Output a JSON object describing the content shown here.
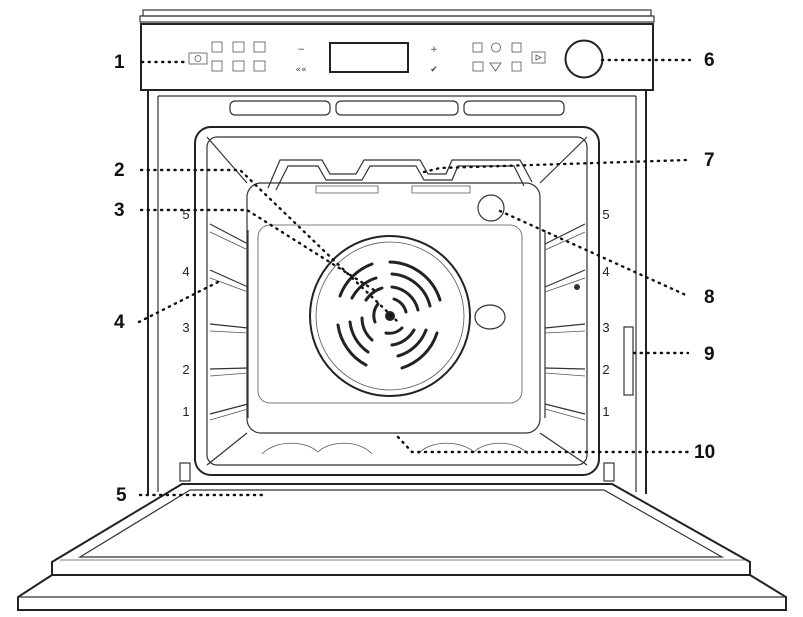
{
  "callouts": [
    {
      "id": "1",
      "text": "1"
    },
    {
      "id": "2",
      "text": "2"
    },
    {
      "id": "3",
      "text": "3"
    },
    {
      "id": "4",
      "text": "4"
    },
    {
      "id": "5",
      "text": "5"
    },
    {
      "id": "6",
      "text": "6"
    },
    {
      "id": "7",
      "text": "7"
    },
    {
      "id": "8",
      "text": "8"
    },
    {
      "id": "9",
      "text": "9"
    },
    {
      "id": "10",
      "text": "10"
    }
  ],
  "shelf_levels_left": [
    "5",
    "4",
    "3",
    "2",
    "1"
  ],
  "shelf_levels_right": [
    "5",
    "4",
    "3",
    "2",
    "1"
  ],
  "control_panel": {
    "left_symbols": [
      "−",
      "««"
    ],
    "right_symbols": [
      "+",
      "✔"
    ]
  }
}
